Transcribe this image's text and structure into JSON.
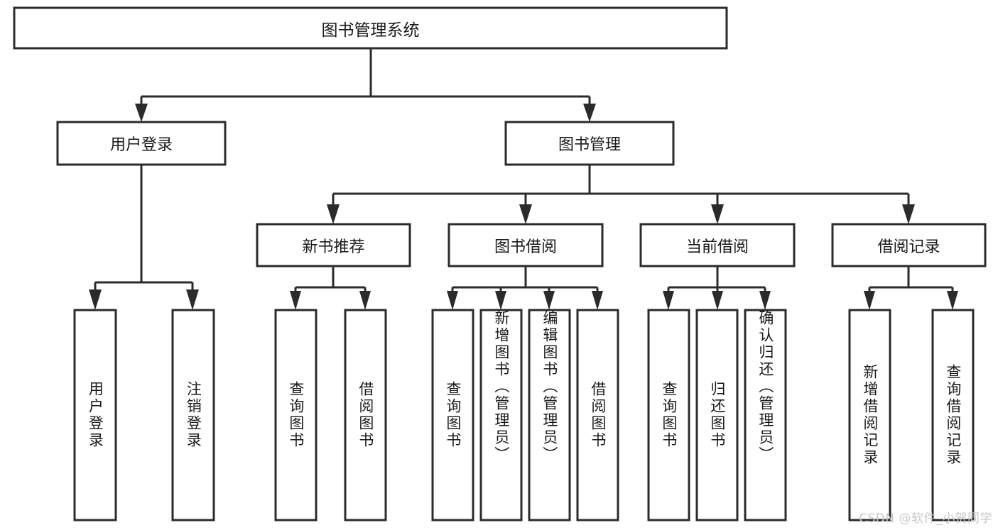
{
  "diagram": {
    "type": "hierarchy-tree",
    "title": "图书管理系统",
    "orientation": "top-down",
    "levels": 4,
    "root": {
      "id": "root",
      "label": "图书管理系统",
      "text_orientation": "horizontal"
    },
    "level2": [
      {
        "id": "user-login",
        "label": "用户登录",
        "text_orientation": "horizontal"
      },
      {
        "id": "book-management",
        "label": "图书管理",
        "text_orientation": "horizontal"
      }
    ],
    "level3": [
      {
        "id": "new-book-recommend",
        "label": "新书推荐",
        "parent": "book-management",
        "text_orientation": "horizontal"
      },
      {
        "id": "book-borrow",
        "label": "图书借阅",
        "parent": "book-management",
        "text_orientation": "horizontal"
      },
      {
        "id": "current-borrow",
        "label": "当前借阅",
        "parent": "book-management",
        "text_orientation": "horizontal"
      },
      {
        "id": "borrow-record",
        "label": "借阅记录",
        "parent": "book-management",
        "text_orientation": "horizontal"
      }
    ],
    "leaves": [
      {
        "id": "leaf-user-login",
        "label": "用户登录",
        "parent": "user-login",
        "text_orientation": "vertical"
      },
      {
        "id": "leaf-logout-login",
        "label": "注销登录",
        "parent": "user-login",
        "text_orientation": "vertical"
      },
      {
        "id": "leaf-query-book-1",
        "label": "查询图书",
        "parent": "new-book-recommend",
        "text_orientation": "vertical"
      },
      {
        "id": "leaf-borrow-book-1",
        "label": "借阅图书",
        "parent": "new-book-recommend",
        "text_orientation": "vertical"
      },
      {
        "id": "leaf-query-book-2",
        "label": "查询图书",
        "parent": "book-borrow",
        "text_orientation": "vertical"
      },
      {
        "id": "leaf-add-book",
        "label": "新增图书（管理员）",
        "parent": "book-borrow",
        "text_orientation": "vertical"
      },
      {
        "id": "leaf-edit-book",
        "label": "编辑图书（管理员）",
        "parent": "book-borrow",
        "text_orientation": "vertical"
      },
      {
        "id": "leaf-borrow-book-2",
        "label": "借阅图书",
        "parent": "book-borrow",
        "text_orientation": "vertical"
      },
      {
        "id": "leaf-query-book-3",
        "label": "查询图书",
        "parent": "current-borrow",
        "text_orientation": "vertical"
      },
      {
        "id": "leaf-return-book",
        "label": "归还图书",
        "parent": "current-borrow",
        "text_orientation": "vertical"
      },
      {
        "id": "leaf-confirm-return",
        "label": "确认归还（管理员）",
        "parent": "current-borrow",
        "text_orientation": "vertical"
      },
      {
        "id": "leaf-add-record",
        "label": "新增借阅记录",
        "parent": "borrow-record",
        "text_orientation": "vertical"
      },
      {
        "id": "leaf-query-record",
        "label": "查询借阅记录",
        "parent": "borrow-record",
        "text_orientation": "vertical"
      }
    ],
    "colors": {
      "stroke": "#2b2b2b",
      "fill": "#ffffff",
      "text": "#1a1a1a",
      "watermark": "#c9c9c9",
      "background": "#ffffff"
    }
  },
  "watermark": {
    "text": "CSDN @软件_小贺同学"
  }
}
